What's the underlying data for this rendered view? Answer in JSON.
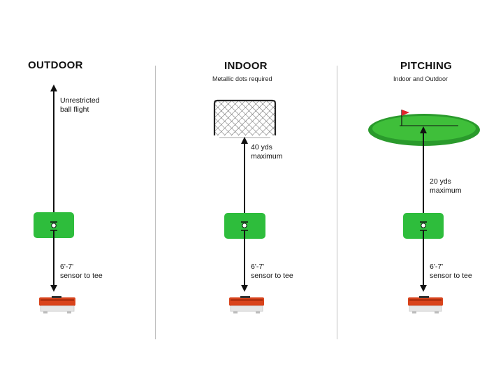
{
  "panels": [
    {
      "title": "OUTDOOR",
      "subtitle": "",
      "top_label": "Unrestricted\nball flight",
      "bottom_label": "6'-7'\nsensor to tee"
    },
    {
      "title": "INDOOR",
      "subtitle": "Metallic dots required",
      "top_label": "40 yds\nmaximum",
      "bottom_label": "6'-7'\nsensor to tee"
    },
    {
      "title": "PITCHING",
      "subtitle": "Indoor and Outdoor",
      "top_label": "20 yds\nmaximum",
      "bottom_label": "6'-7'\nsensor to tee"
    }
  ],
  "colors": {
    "mat_green": "#2ebd3c",
    "green_light": "#3fbf3a",
    "green_dark": "#2a9a2c",
    "sensor_red": "#d9441c",
    "flag_red": "#e0242c",
    "divider": "#bfbfbf"
  }
}
